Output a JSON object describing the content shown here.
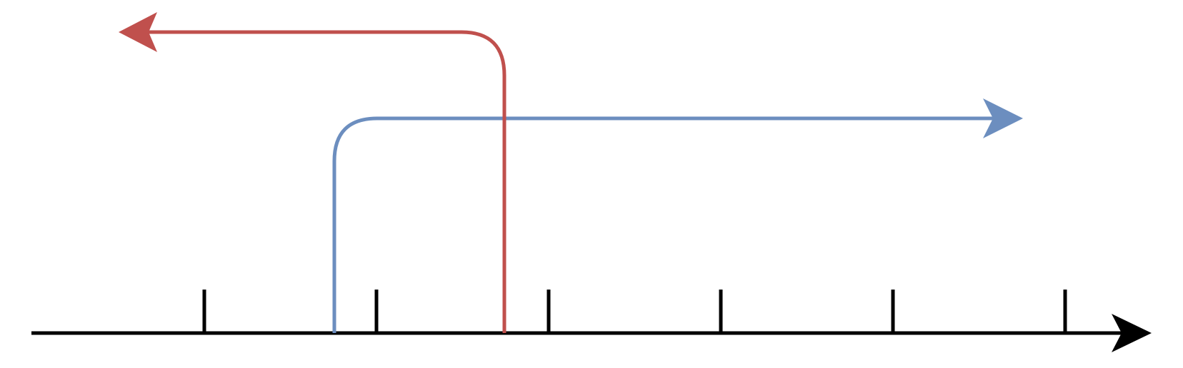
{
  "diagram": {
    "number_line": {
      "color": "#000000",
      "tick_count": 6,
      "arrow_direction": "right"
    },
    "arrows": [
      {
        "name": "red-left-arrow",
        "color": "#C0504D",
        "direction": "left",
        "start_between_ticks": [
          2,
          3
        ]
      },
      {
        "name": "blue-right-arrow",
        "color": "#4F81BD",
        "color_rendered": "#6C8EBF",
        "direction": "right",
        "start_between_ticks": [
          1,
          2
        ]
      }
    ]
  }
}
